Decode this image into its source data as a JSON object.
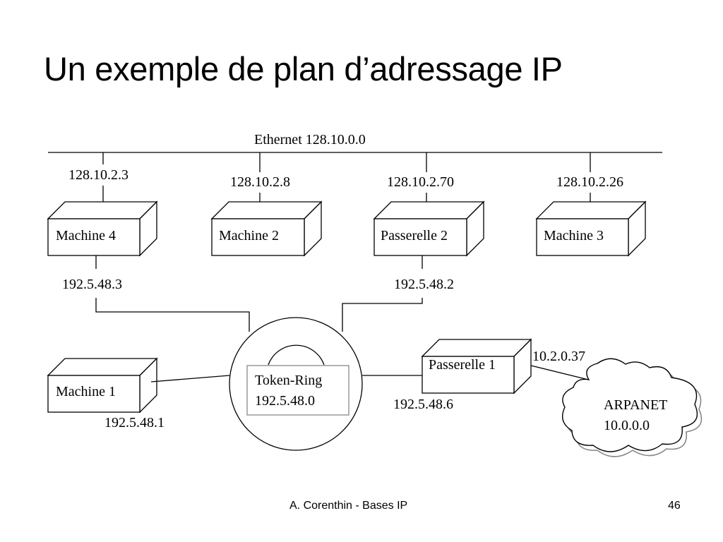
{
  "slide": {
    "title": "Un exemple de plan d’adressage IP",
    "footer_author": "A. Corenthin - Bases IP",
    "page_number": "46"
  },
  "ethernet": {
    "label": "Ethernet 128.10.0.0"
  },
  "nodes": {
    "machine4": {
      "name": "Machine 4",
      "ip_ethernet": "128.10.2.3",
      "ip_ring": "192.5.48.3"
    },
    "machine2": {
      "name": "Machine 2",
      "ip_ethernet": "128.10.2.8"
    },
    "passerelle2": {
      "name": "Passerelle 2",
      "ip_ethernet": "128.10.2.70",
      "ip_ring": "192.5.48.2"
    },
    "machine3": {
      "name": "Machine 3",
      "ip_ethernet": "128.10.2.26"
    },
    "machine1": {
      "name": "Machine 1",
      "ip_ring": "192.5.48.1"
    },
    "passerelle1": {
      "name": "Passerelle 1",
      "ip_ring": "192.5.48.6",
      "ip_arpanet": "10.2.0.37"
    }
  },
  "token_ring": {
    "label_line1": "Token-Ring",
    "label_line2": "192.5.48.0"
  },
  "arpanet": {
    "label_line1": "ARPANET",
    "label_line2": "10.0.0.0"
  }
}
